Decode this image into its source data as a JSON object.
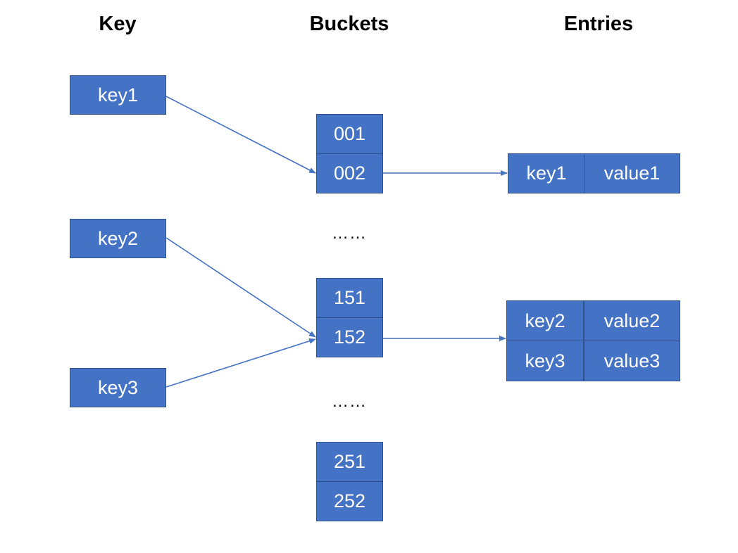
{
  "headers": {
    "key": "Key",
    "buckets": "Buckets",
    "entries": "Entries"
  },
  "keys": [
    "key1",
    "key2",
    "key3"
  ],
  "buckets": [
    "001",
    "002",
    "151",
    "152",
    "251",
    "252"
  ],
  "ellipsis": [
    "……",
    "……"
  ],
  "entries": [
    {
      "key": "key1",
      "value": "value1"
    },
    {
      "key": "key2",
      "value": "value2"
    },
    {
      "key": "key3",
      "value": "value3"
    }
  ],
  "colors": {
    "box_fill": "#4472c4",
    "box_border": "#2f528f",
    "arrow": "#4472c4",
    "text": "#ffffff"
  }
}
